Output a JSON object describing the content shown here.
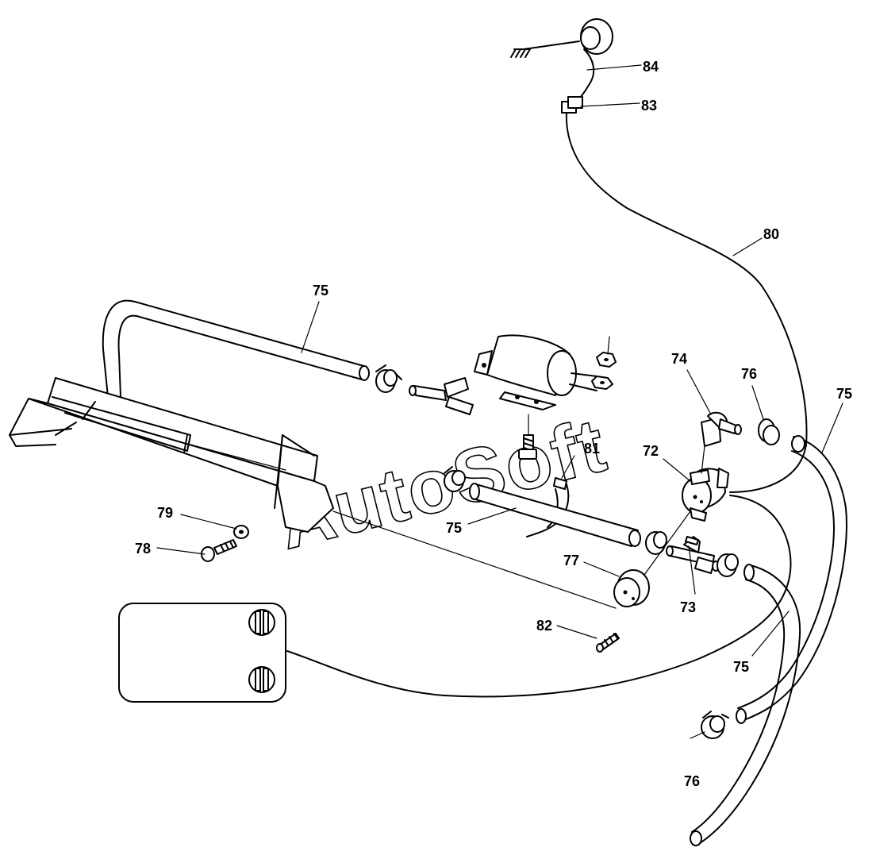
{
  "watermark": "AutoSoft",
  "callouts": {
    "c84": "84",
    "c83": "83",
    "c80": "80",
    "c75_top": "75",
    "c74": "74",
    "c76_top": "76",
    "c75_right": "75",
    "c81": "81",
    "c72": "72",
    "c79": "79",
    "c78": "78",
    "c75_mid": "75",
    "c77": "77",
    "c73": "73",
    "c82": "82",
    "c75_bottom": "75",
    "c76_bottom": "76"
  }
}
